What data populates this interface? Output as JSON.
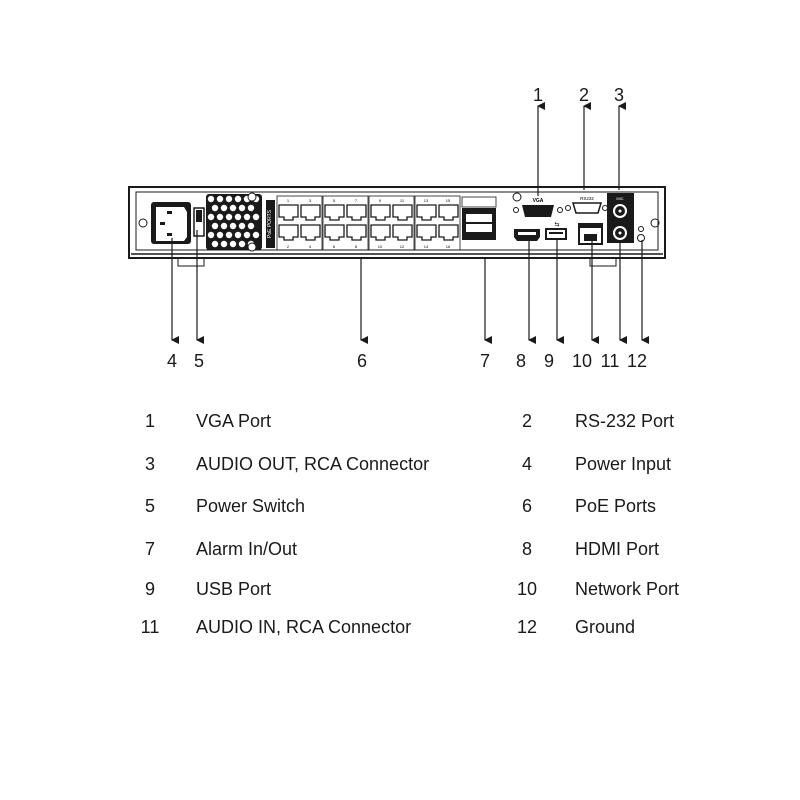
{
  "callouts_top": [
    "1",
    "2",
    "3"
  ],
  "callouts_bottom": [
    "4",
    "5",
    "6",
    "7",
    "8",
    "9",
    "10",
    "11",
    "12"
  ],
  "device": {
    "poe_label": "PoE PORTS",
    "vga_label": "VGA",
    "rs232_label": "RS232",
    "mic_label": "MIC",
    "port_numbers_top": [
      "1",
      "3",
      "5",
      "7",
      "9",
      "11",
      "13",
      "15"
    ],
    "port_numbers_bottom": [
      "2",
      "4",
      "6",
      "8",
      "10",
      "12",
      "14",
      "16"
    ]
  },
  "legend": [
    {
      "num": "1",
      "label": "VGA Port"
    },
    {
      "num": "2",
      "label": "RS-232 Port"
    },
    {
      "num": "3",
      "label": "AUDIO OUT, RCA Connector"
    },
    {
      "num": "4",
      "label": "Power Input"
    },
    {
      "num": "5",
      "label": "Power Switch"
    },
    {
      "num": "6",
      "label": "PoE Ports"
    },
    {
      "num": "7",
      "label": "Alarm In/Out"
    },
    {
      "num": "8",
      "label": "HDMI Port"
    },
    {
      "num": "9",
      "label": "USB Port"
    },
    {
      "num": "10",
      "label": "Network Port"
    },
    {
      "num": "11",
      "label": "AUDIO IN, RCA Connector"
    },
    {
      "num": "12",
      "label": "Ground"
    }
  ]
}
